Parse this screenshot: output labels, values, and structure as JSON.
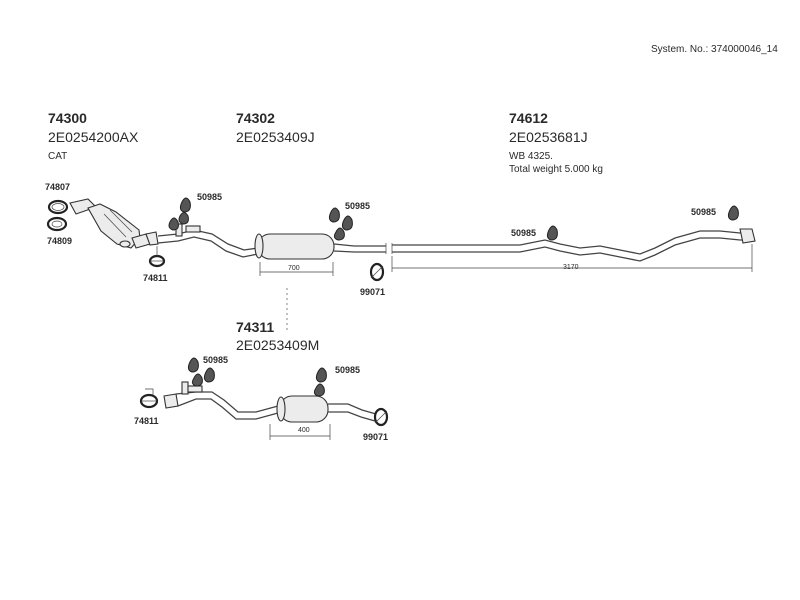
{
  "system_number": "System. No.: 374000046_14",
  "main_assembly": {
    "cat": {
      "part_no": "74300",
      "oem": "2E0254200AX",
      "desc": "CAT"
    },
    "middle": {
      "part_no": "74302",
      "oem": "2E0253409J"
    },
    "rear": {
      "part_no": "74612",
      "oem": "2E0253681J",
      "wb": "WB 4325.",
      "weight": "Total weight 5.000 kg"
    },
    "labels": {
      "clamp_a": "74807",
      "clamp_b": "74809",
      "clamp_c": "74811",
      "hanger_1": "50985",
      "hanger_2": "50985",
      "hanger_3": "50985",
      "hanger_4": "50985",
      "clamp_d": "99071"
    },
    "dims": {
      "middle_length": "700",
      "rear_length": "3170"
    }
  },
  "alt_assembly": {
    "middle": {
      "part_no": "74311",
      "oem": "2E0253409M"
    },
    "labels": {
      "clamp_c": "74811",
      "hanger_1": "50985",
      "hanger_2": "50985",
      "clamp_d": "99071"
    },
    "dims": {
      "middle_length": "400"
    }
  }
}
